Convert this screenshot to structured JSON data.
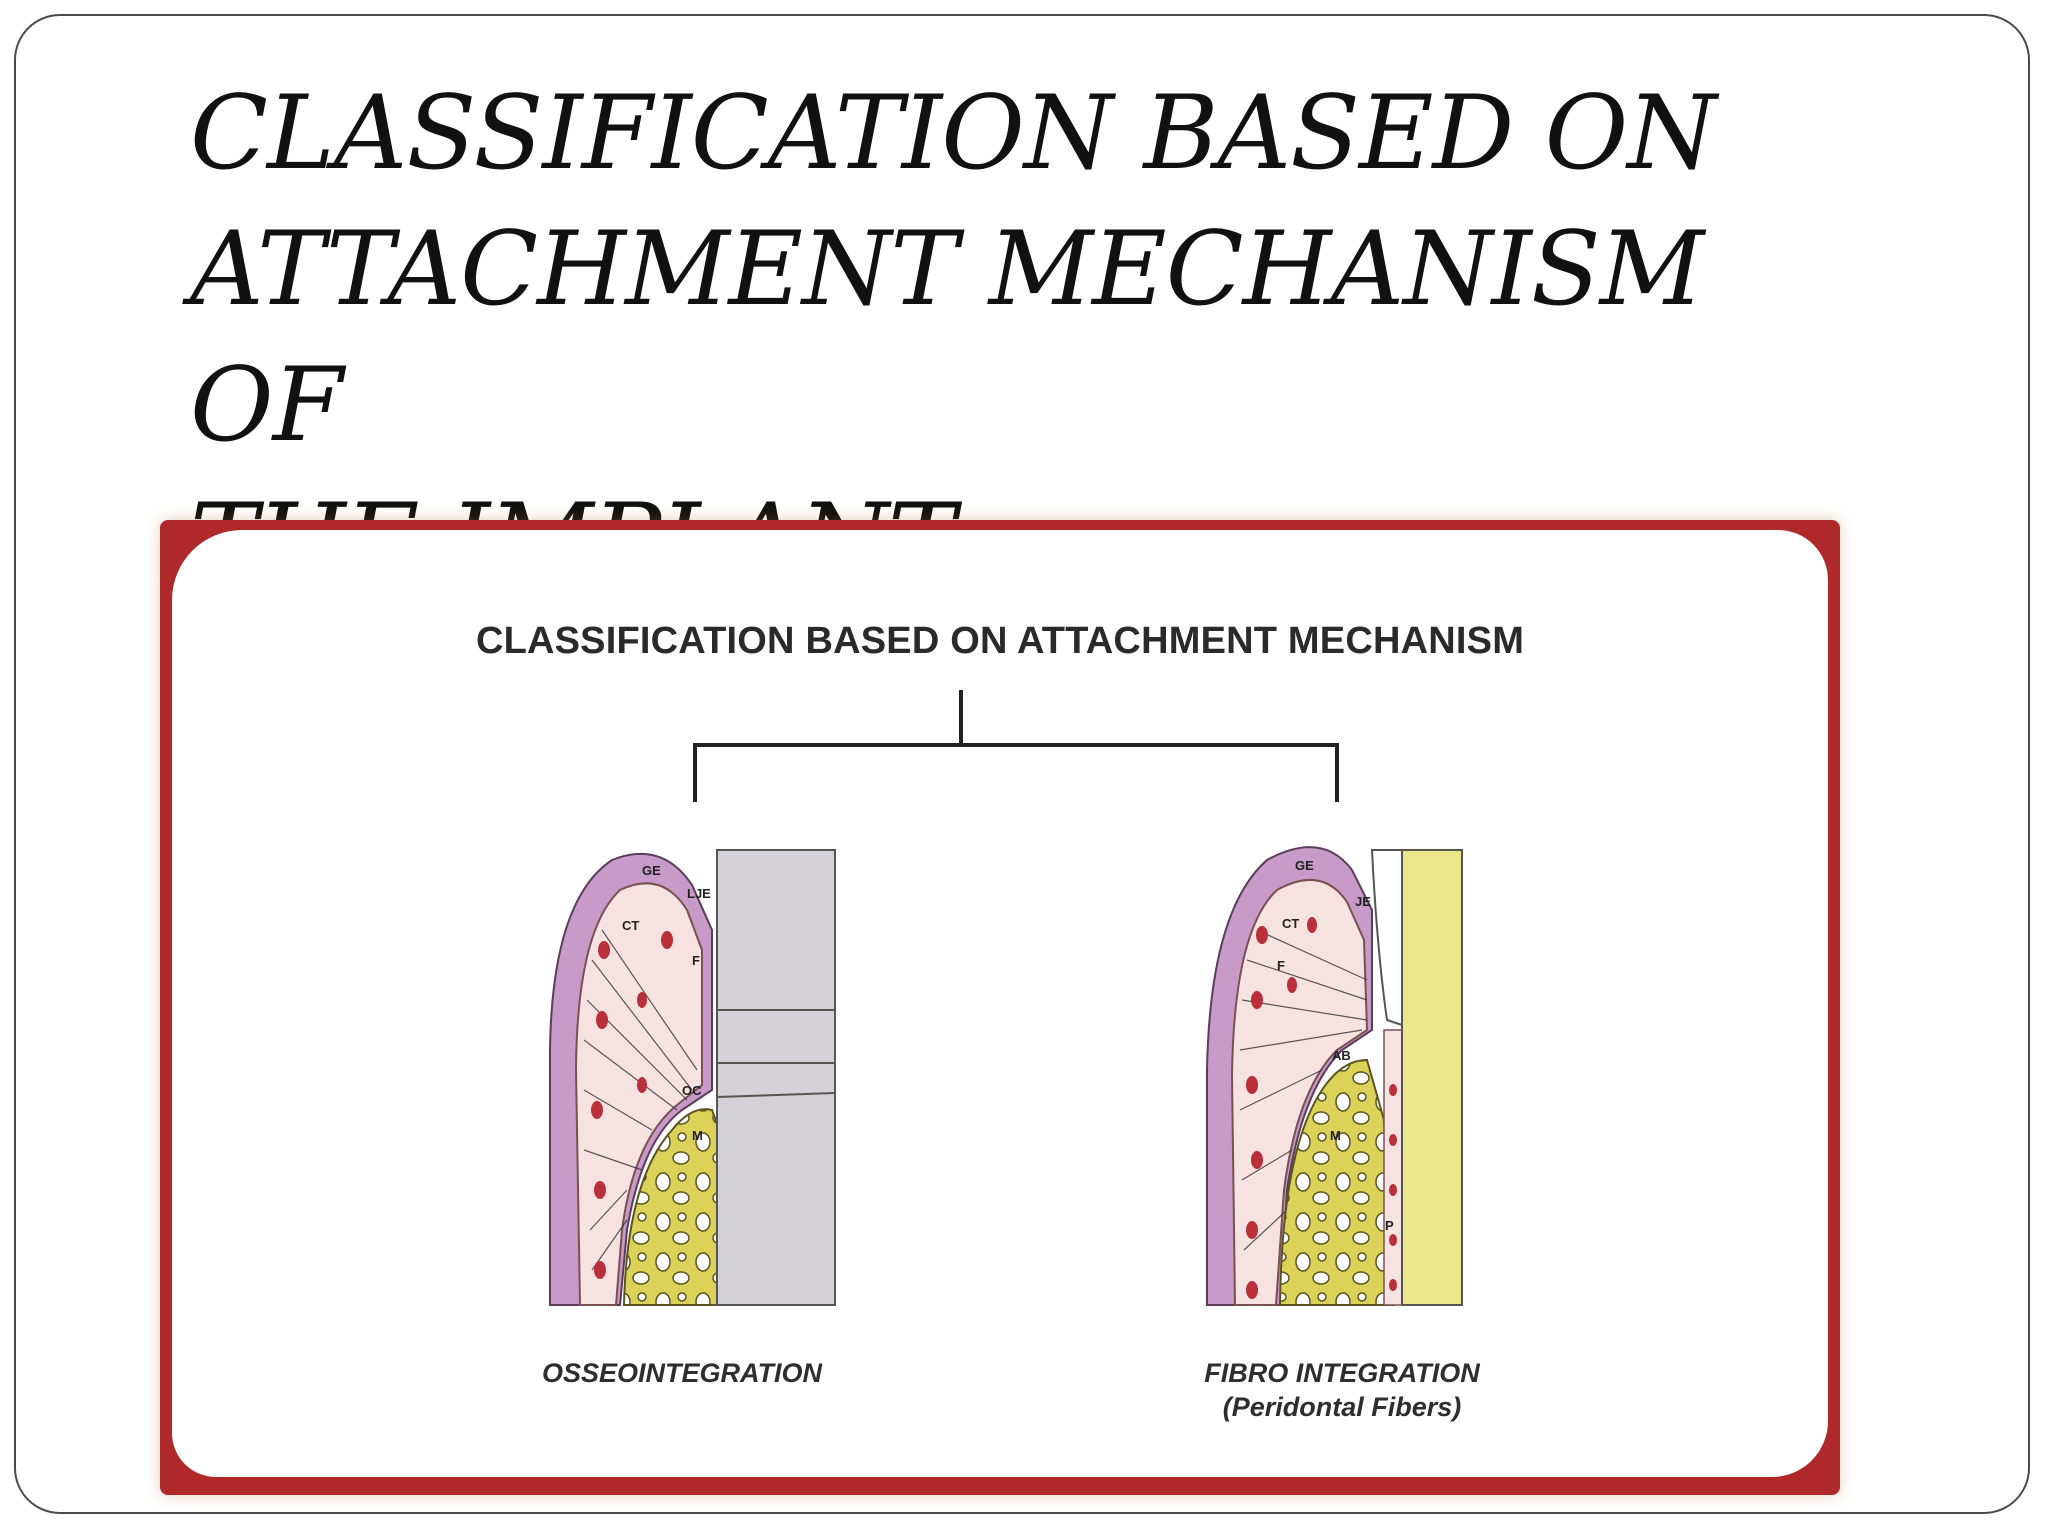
{
  "slide": {
    "title": "CLASSIFICATION BASED ON\nATTACHMENT MECHANISM OF\nTHE IMPLANT"
  },
  "figure": {
    "heading": "CLASSIFICATION BASED ON ATTACHMENT MECHANISM",
    "left_panel": {
      "label": "OSSEOINTEGRATION",
      "annotations": [
        "GE",
        "LJE",
        "CT",
        "F",
        "OC",
        "M"
      ]
    },
    "right_panel": {
      "label": "FIBRO INTEGRATION",
      "sublabel": "(Peridontal Fibers)",
      "annotations": [
        "GE",
        "JE",
        "CT",
        "F",
        "AB",
        "M",
        "P"
      ]
    }
  },
  "colors": {
    "frame_border": "#b0292a",
    "gingiva": "#c79ac9",
    "connective_tissue": "#f6e3e1",
    "bone": "#dcd25a",
    "implant_grey": "#d4d2d6",
    "implant_yellow": "#ece78a",
    "cells": "#b9303a"
  }
}
